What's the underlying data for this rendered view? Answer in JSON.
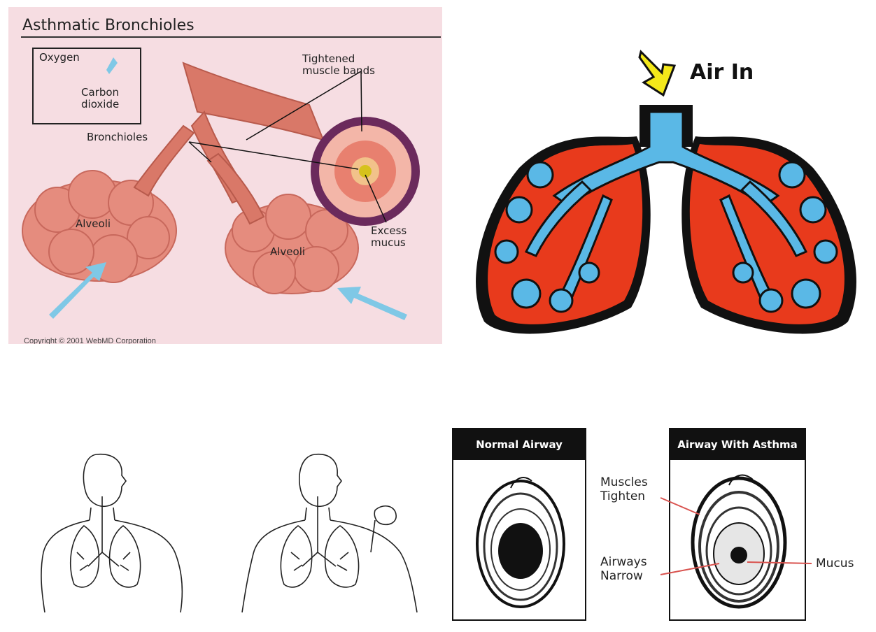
{
  "bronchioles_panel": {
    "title": "Asthmatic Bronchioles",
    "legend": {
      "oxygen": "Oxygen",
      "carbon_dioxide": "Carbon\ndioxide"
    },
    "labels": {
      "tightened": "Tightened\nmuscle bands",
      "bronchioles": "Bronchioles",
      "alveoli_left": "Alveoli",
      "alveoli_right": "Alveoli",
      "excess_mucus": "Excess\nmucus"
    },
    "copyright": "Copyright © 2001 WebMD Corporation",
    "colors": {
      "background": "#f6dde2",
      "tissue": "#e58c7e",
      "ring": "#6b2a5c",
      "arrow": "#7fc8e6"
    }
  },
  "lungs_panel": {
    "air_label": "Air In",
    "colors": {
      "outline": "#111111",
      "tissue": "#e83a1c",
      "airway": "#5ab8e6",
      "arrow": "#f4e81a"
    }
  },
  "airway_panels": {
    "normal_title": "Normal Airway",
    "asthma_title": "Airway With Asthma",
    "labels": {
      "muscles": "Muscles\nTighten",
      "narrow": "Airways\nNarrow",
      "mucus": "Mucus"
    },
    "colors": {
      "callout_line": "#d9534f"
    }
  }
}
